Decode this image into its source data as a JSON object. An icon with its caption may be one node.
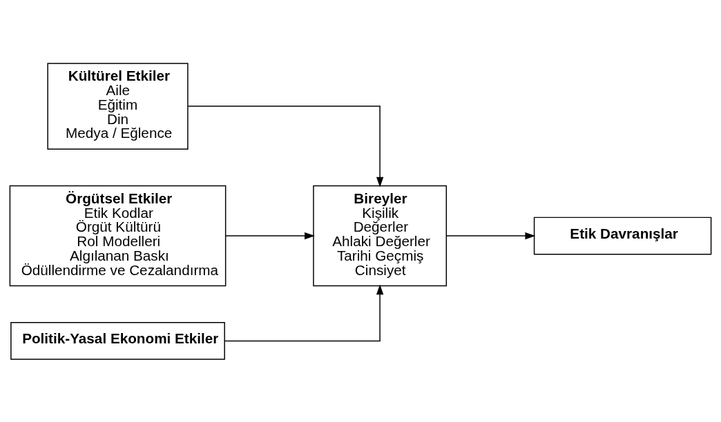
{
  "diagram": {
    "nodes": [
      {
        "text": [
          "Kültürel Etkiler",
          "Aile",
          "Eğitim",
          "Din",
          "Medya / Eğlence"
        ]
      },
      {
        "text": [
          "Örgütsel Etkiler",
          "Etik Kodlar",
          "Örgüt Kültürü",
          "Rol Modelleri",
          "Algılanan Baskı",
          "Ödüllendirme ve Cezalandırma"
        ]
      },
      {
        "text": [
          "Politik-Yasal Ekonomi Etkiler"
        ]
      },
      {
        "text": [
          "Bireyler",
          "Kişilik",
          "Değerler",
          "Ahlaki Değerler",
          "Tarihi Geçmiş",
          "Cinsiyet"
        ]
      },
      {
        "text": [
          "Etik Davranışlar"
        ]
      }
    ],
    "edges": [
      {
        "from": 0,
        "to": 3,
        "arrow": "to"
      },
      {
        "from": 1,
        "to": 3,
        "arrow": "to"
      },
      {
        "from": 2,
        "to": 3,
        "arrow": "to"
      },
      {
        "from": 3,
        "to": 4,
        "arrow": "to"
      }
    ]
  }
}
